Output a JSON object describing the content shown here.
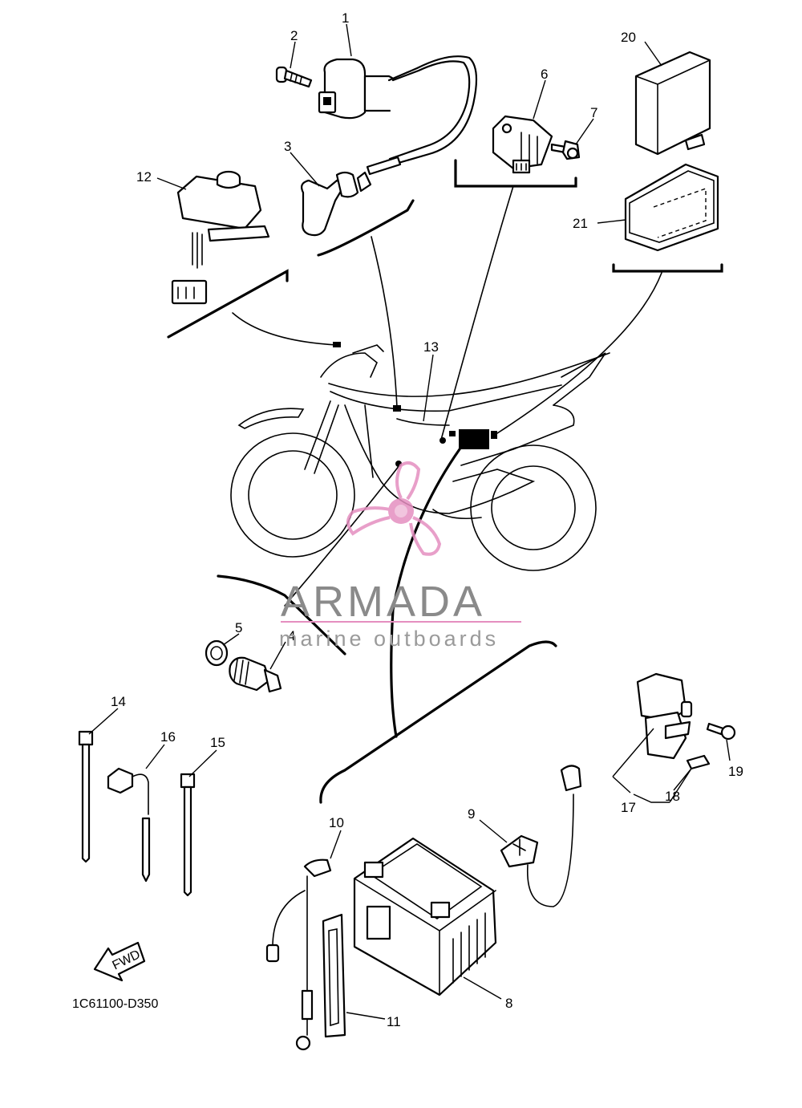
{
  "diagram_code": "1C61100-D350",
  "fwd_label": "FWD",
  "watermark": {
    "brand": "ARMADA",
    "tagline": "marine outboards",
    "accent_color": "#e58fc0"
  },
  "callouts": {
    "c1": "1",
    "c2": "2",
    "c3": "3",
    "c4": "4",
    "c5": "5",
    "c6": "6",
    "c7": "7",
    "c8": "8",
    "c9": "9",
    "c10": "10",
    "c11": "11",
    "c12": "12",
    "c13": "13",
    "c14": "14",
    "c15": "15",
    "c16": "16",
    "c17": "17",
    "c18": "18",
    "c19": "19",
    "c20": "20",
    "c21": "21"
  }
}
